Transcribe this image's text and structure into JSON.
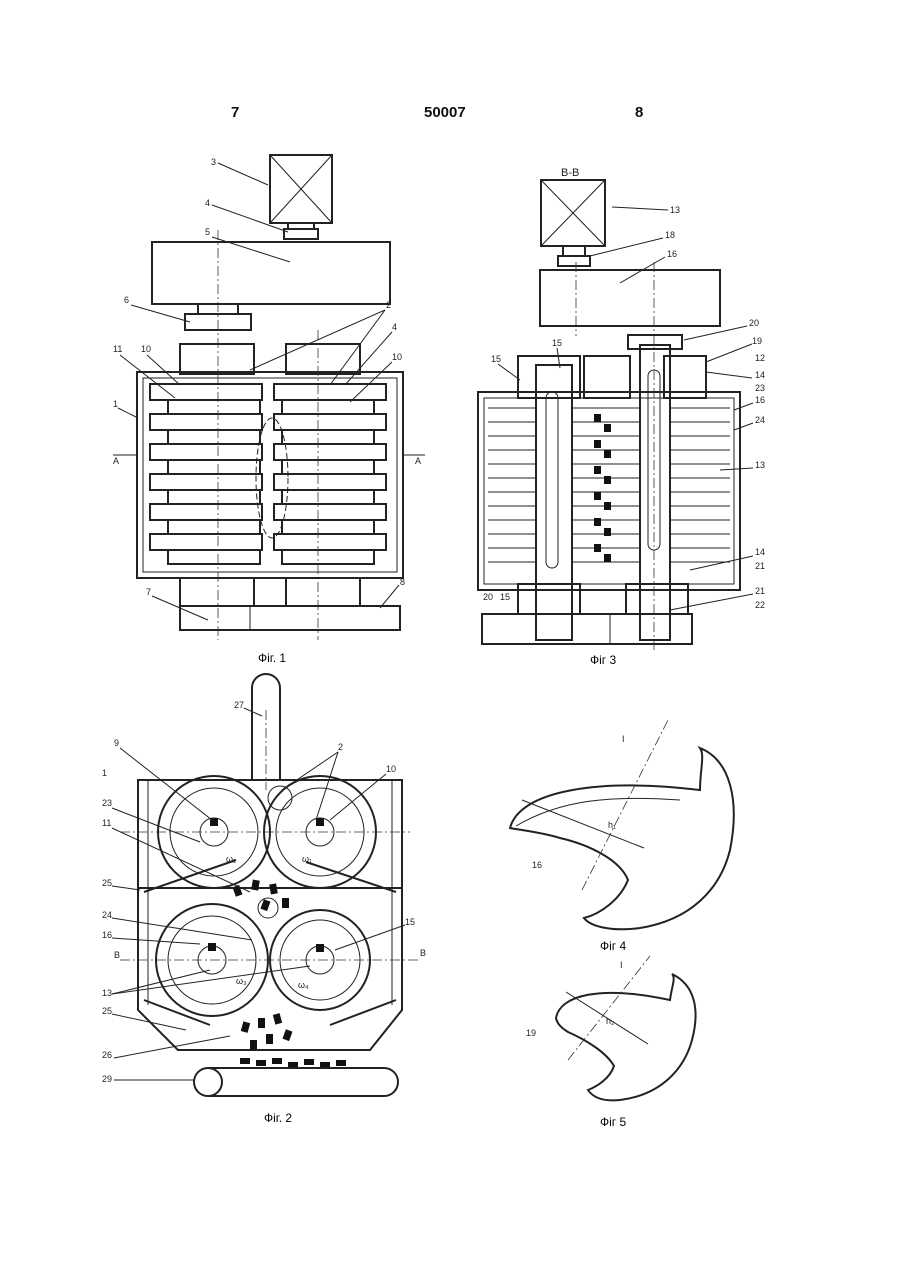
{
  "header": {
    "page_left": "7",
    "patent_number": "50007",
    "page_right": "8"
  },
  "figures": {
    "fig1": {
      "caption": "Фіг. 1"
    },
    "fig2": {
      "caption": "Фіг. 2"
    },
    "fig3": {
      "caption": "Фіг 3",
      "section_title": "В-В"
    },
    "fig4": {
      "caption": "Фіг 4"
    },
    "fig5": {
      "caption": "Фіг 5"
    }
  }
}
